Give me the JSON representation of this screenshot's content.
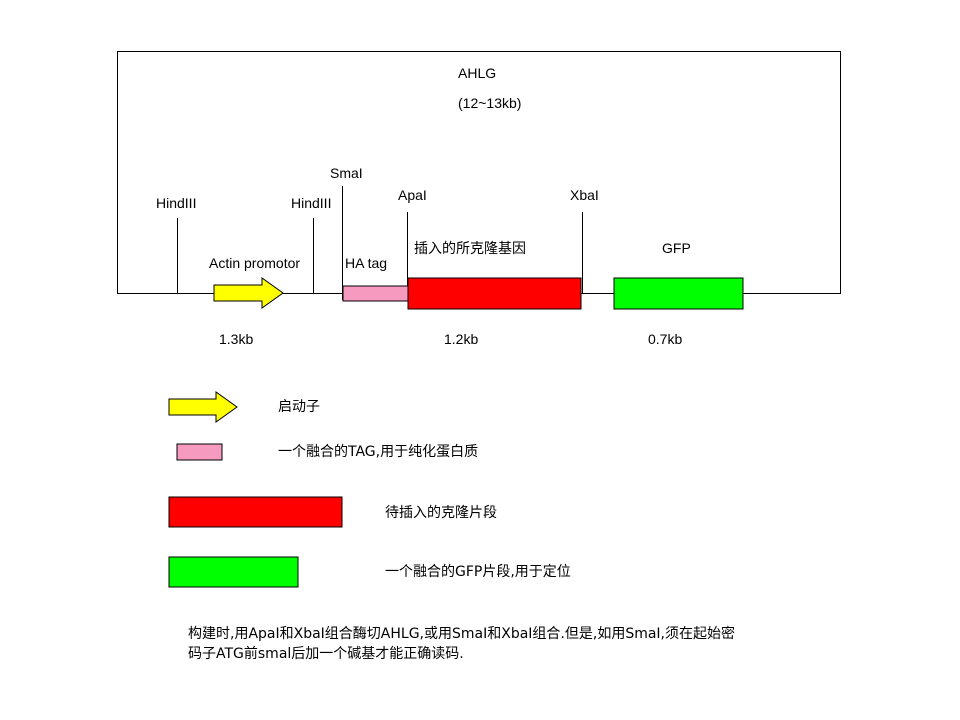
{
  "diagram": {
    "title": "AHLG",
    "size": "(12~13kb)",
    "sites": {
      "hind1": "HindIII",
      "hind2": "HindIII",
      "smal": "SmaI",
      "apal": "ApaI",
      "xbal": "XbaI"
    },
    "elements": {
      "promoter": "Actin promotor",
      "ha_tag": "HA tag",
      "insert": "插入的所克隆基因",
      "gfp": "GFP"
    },
    "lengths": {
      "promoter": "1.3kb",
      "insert": "1.2kb",
      "gfp": "0.7kb"
    }
  },
  "legend": [
    {
      "label": "启动子",
      "color": "#ffff00"
    },
    {
      "label": "一个融合的TAG,用于纯化蛋白质",
      "color": "#f79ac0"
    },
    {
      "label": "待插入的克隆片段",
      "color": "#ff0000"
    },
    {
      "label": "一个融合的GFP片段,用于定位",
      "color": "#00ff00"
    }
  ],
  "note": {
    "line1": "构建时,用ApaI和XbaI组合酶切AHLG,或用SmaI和XbaI组合.但是,如用SmaI,须在起始密",
    "line2": "码子ATG前smal后加一个碱基才能正确读码."
  }
}
